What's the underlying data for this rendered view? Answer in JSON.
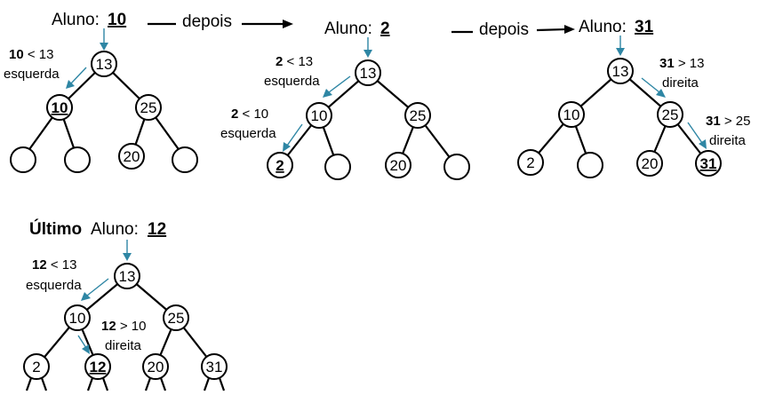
{
  "labels": {
    "aluno": "Aluno:",
    "depois": "depois",
    "ultimo": "Último"
  },
  "steps": [
    {
      "key": "a10",
      "inserted": "10",
      "nodes": [
        "13",
        "10",
        "25",
        "",
        "",
        "20",
        ""
      ],
      "comparisons": [
        {
          "left": "10",
          "op": "<",
          "right": "13",
          "dir": "esquerda"
        }
      ]
    },
    {
      "key": "a2",
      "inserted": "2",
      "nodes": [
        "13",
        "10",
        "25",
        "2",
        "",
        "20",
        ""
      ],
      "comparisons": [
        {
          "left": "2",
          "op": "<",
          "right": "13",
          "dir": "esquerda"
        },
        {
          "left": "2",
          "op": "<",
          "right": "10",
          "dir": "esquerda"
        }
      ]
    },
    {
      "key": "a31",
      "inserted": "31",
      "nodes": [
        "13",
        "10",
        "25",
        "2",
        "",
        "20",
        "31"
      ],
      "comparisons": [
        {
          "left": "31",
          "op": ">",
          "right": "13",
          "dir": "direita"
        },
        {
          "left": "31",
          "op": ">",
          "right": "25",
          "dir": "direita"
        }
      ]
    },
    {
      "key": "a12",
      "inserted": "12",
      "nodes": [
        "13",
        "10",
        "25",
        "2",
        "12",
        "20",
        "31"
      ],
      "comparisons": [
        {
          "left": "12",
          "op": "<",
          "right": "13",
          "dir": "esquerda"
        },
        {
          "left": "12",
          "op": ">",
          "right": "10",
          "dir": "direita"
        }
      ]
    }
  ]
}
